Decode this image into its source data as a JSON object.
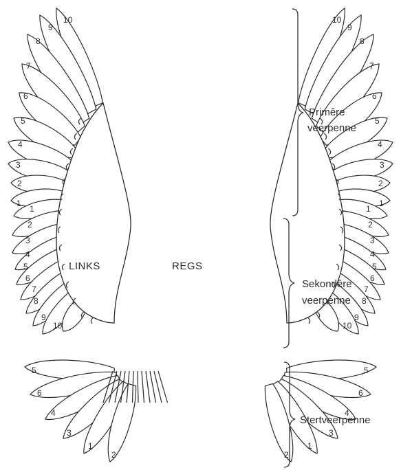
{
  "wings": {
    "left_label": "LINKS",
    "right_label": "REGS"
  },
  "primary": {
    "label_line1": "Primêre",
    "label_line2": "veerpenne",
    "numbers": [
      "1",
      "2",
      "3",
      "4",
      "5",
      "6",
      "7",
      "8",
      "9",
      "10"
    ]
  },
  "secondary": {
    "label_line1": "Sekondêre",
    "label_line2": "veerpenne",
    "numbers": [
      "1",
      "2",
      "3",
      "4",
      "5",
      "6",
      "7",
      "8",
      "9",
      "10"
    ]
  },
  "tail": {
    "label": "Stertveerpenne",
    "numbers_left": [
      "5",
      "6",
      "4",
      "3",
      "1",
      "2"
    ],
    "numbers_right": [
      "2",
      "1",
      "3",
      "4",
      "6",
      "5"
    ]
  },
  "colors": {
    "ink": "#2a2a2a",
    "paper": "#ffffff"
  }
}
